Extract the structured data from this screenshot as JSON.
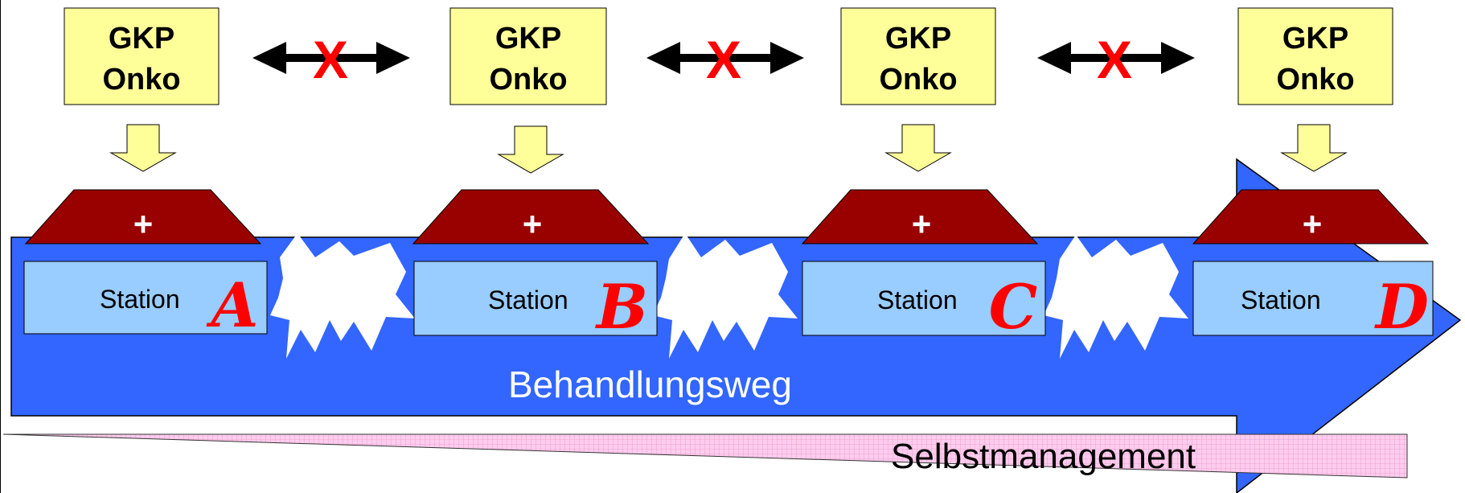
{
  "gkp_box": {
    "line1": "GKP",
    "line2": "Onko"
  },
  "plus_sign": "+",
  "station_prefix": "Station",
  "stations": [
    "A",
    "B",
    "C",
    "D"
  ],
  "blocked_marker": "X",
  "pathway_label": "Behandlungsweg",
  "self_management_label": "Selbstmanagement",
  "colors": {
    "pathway_blue": "#3366FF",
    "station_box": "#99CCFF",
    "gkp_box": "#FFFF99",
    "hospital_roof": "#990000",
    "station_letter": "#FF0000",
    "blocked_x": "#FF0000",
    "wedge_pink": "#FFCCEE"
  }
}
